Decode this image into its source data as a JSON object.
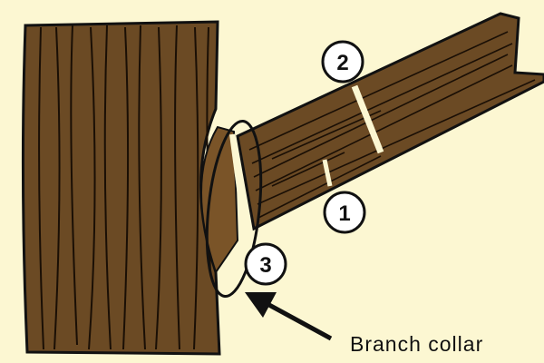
{
  "diagram": {
    "title": "Pruning cuts on a tree branch",
    "cuts": [
      {
        "number": "1"
      },
      {
        "number": "2"
      },
      {
        "number": "3"
      }
    ],
    "caption": "Branch collar"
  },
  "colors": {
    "background": "#fcf7d2",
    "wood": "#6b4a24",
    "ink": "#111111"
  }
}
